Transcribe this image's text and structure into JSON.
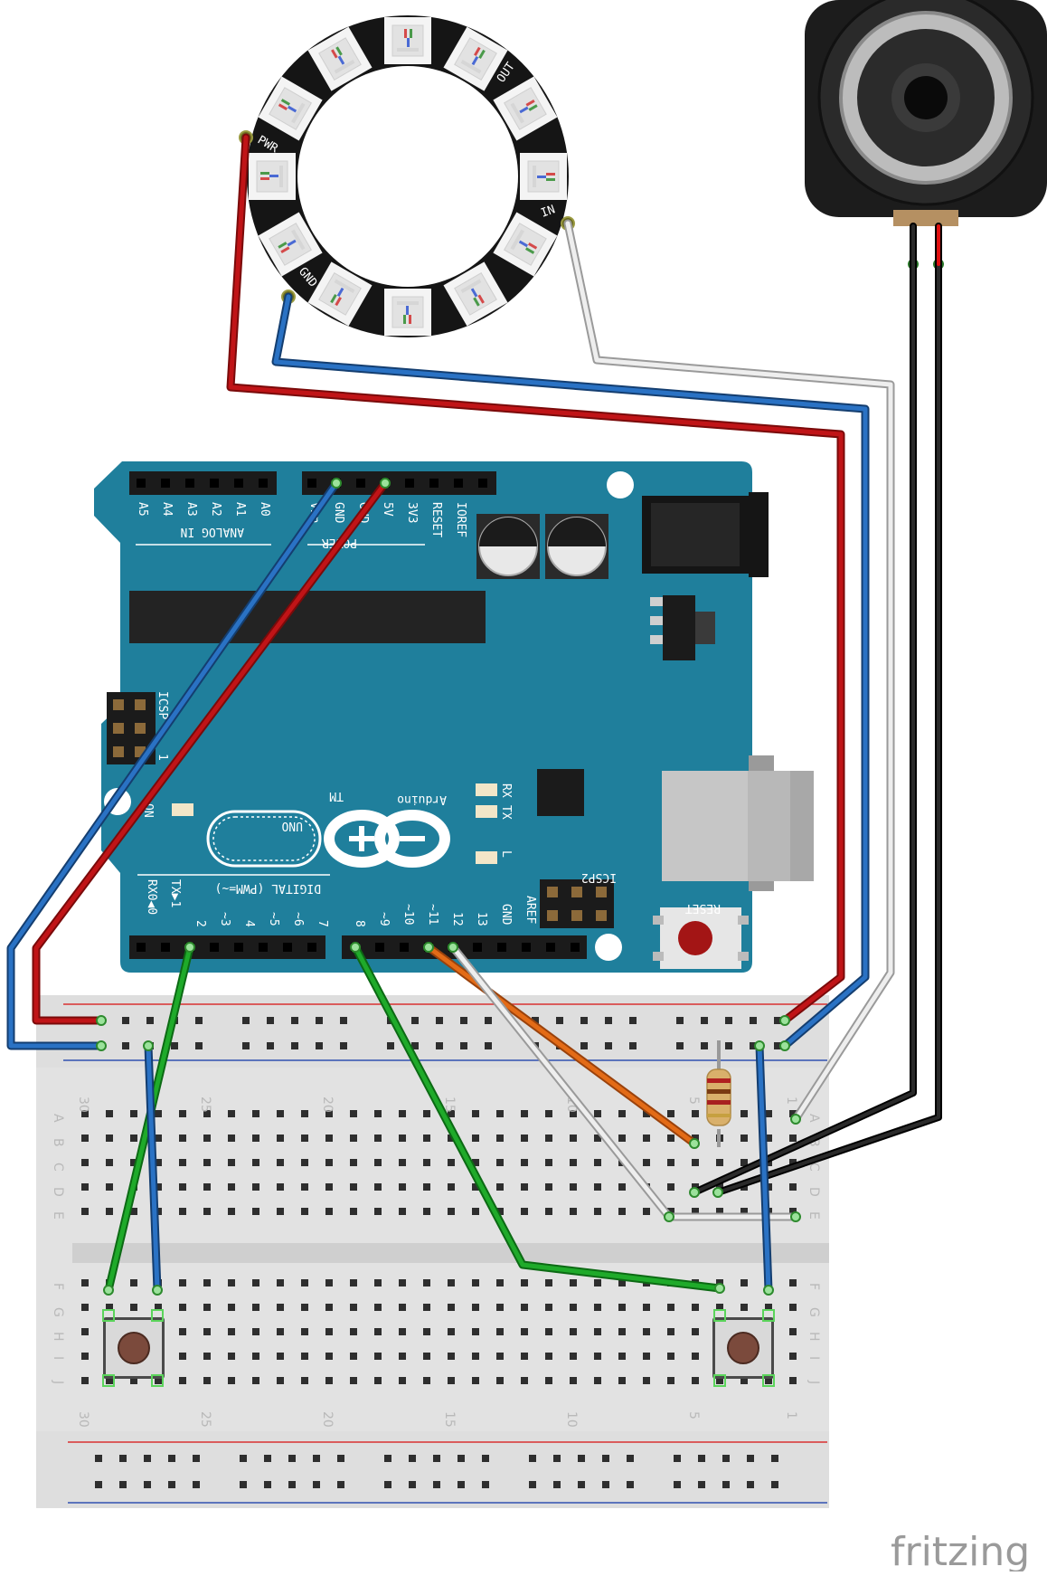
{
  "colors": {
    "board": "#1f7f9c",
    "board_dark": "#15667f",
    "wire_red": "#c01417",
    "wire_blue": "#2a72c4",
    "wire_white": "#e8e8e8",
    "wire_green": "#1faa2a",
    "wire_orange": "#e36b17",
    "wire_black": "#1a1a1a",
    "breadboard": "#e2e2e2",
    "rail_red": "#d83030",
    "rail_blue": "#3050b0"
  },
  "neopixel": {
    "label_pwr": "PWR",
    "label_gnd": "GND",
    "label_in": "IN",
    "label_out": "OUT"
  },
  "arduino": {
    "analog_pins": [
      "A5",
      "A4",
      "A3",
      "A2",
      "A1",
      "A0"
    ],
    "analog_label": "ANALOG IN",
    "power_pins": [
      "Vin",
      "GND",
      "GND",
      "5V",
      "3V3",
      "RESET",
      "IOREF"
    ],
    "power_label": "POWER",
    "icsp_label": "ICSP",
    "icsp_pin1": "1",
    "icsp2_label": "ICSP2",
    "brand": "Arduino",
    "tm": "TM",
    "model": "UNO",
    "on_label": "ON",
    "rx_label": "RX",
    "tx_label": "TX",
    "l_label": "L",
    "digital_label": "DIGITAL (PWM=~)",
    "digital_pins_low": [
      "RX0◀0",
      "TX▶1",
      "2",
      "~3",
      "4",
      "~5",
      "~6",
      "7"
    ],
    "digital_pins_high": [
      "8",
      "~9",
      "~10",
      "~11",
      "12",
      "13",
      "GND",
      "AREF"
    ],
    "reset_label": "RESET"
  },
  "breadboard": {
    "column_numbers": [
      "30",
      "25",
      "20",
      "15",
      "10",
      "5",
      "1"
    ],
    "row_letters_top": [
      "A",
      "B",
      "C",
      "D",
      "E"
    ],
    "row_letters_bottom": [
      "F",
      "G",
      "H",
      "I",
      "J"
    ]
  },
  "logo": "fritzing"
}
